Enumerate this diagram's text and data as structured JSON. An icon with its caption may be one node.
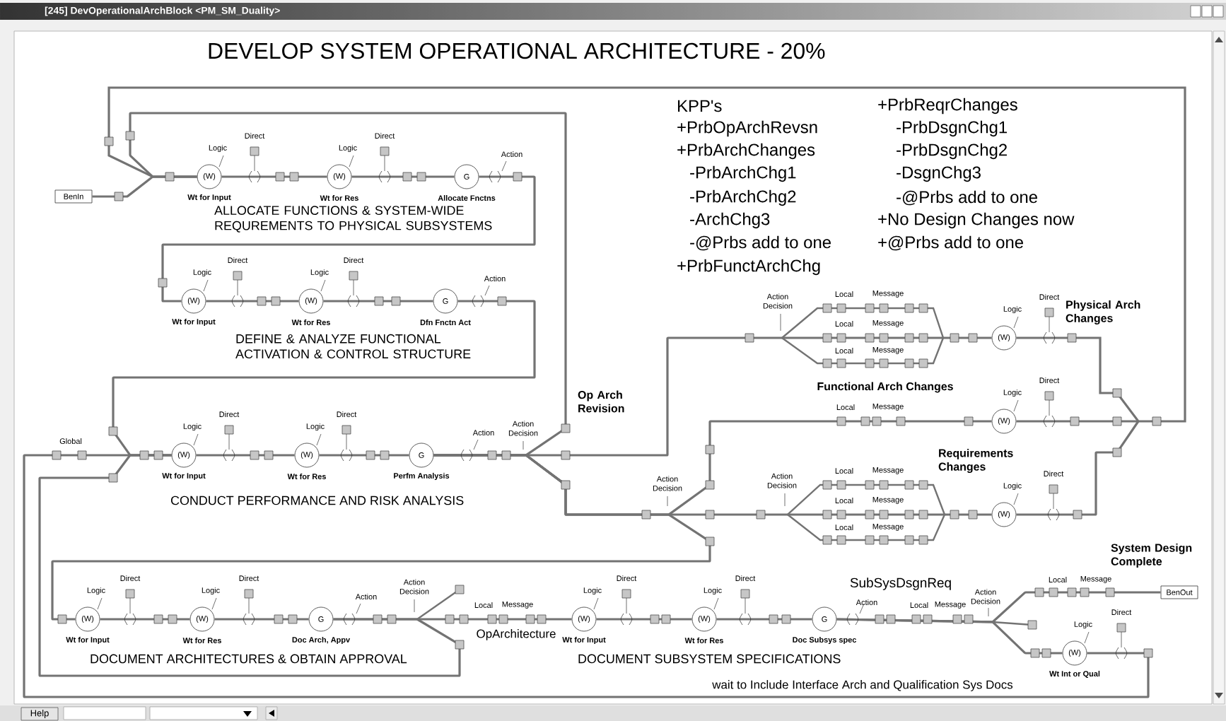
{
  "diagram": {
    "title": "DEVELOP SYSTEM OPERATIONAL ARCHITECTURE - 20%",
    "nodes": [
      {
        "text": [
          "BenIn"
        ]
      },
      {
        "text": [
          "(W)"
        ],
        "beside": [
          "Wt for Input"
        ]
      },
      {
        "text": [
          "(W)"
        ],
        "beside": [
          "Wt for Res"
        ]
      },
      {
        "text": [
          "G"
        ],
        "beside": [
          "Allocate Fnctns"
        ]
      },
      {
        "text": [
          "(W)"
        ],
        "beside": [
          "Wt for Input"
        ]
      },
      {
        "text": [
          "(W)"
        ],
        "beside": [
          "Wt for Res"
        ]
      },
      {
        "text": [
          "G"
        ],
        "beside": [
          "Dfn Fnctn Act"
        ]
      },
      {
        "text": [
          "(W)"
        ],
        "beside": [
          "Wt for Input"
        ]
      },
      {
        "text": [
          "(W)"
        ],
        "beside": [
          "Wt for Res"
        ]
      },
      {
        "text": [
          "G"
        ],
        "beside": [
          "Perfm Analysis"
        ]
      },
      {
        "text": [
          "(W)"
        ]
      },
      {
        "text": [
          "(W)"
        ]
      },
      {
        "text": [
          "(W)"
        ]
      },
      {
        "text": [
          "(W)"
        ],
        "beside": [
          "Wt for Input"
        ]
      },
      {
        "text": [
          "(W)"
        ],
        "beside": [
          "Wt for Res"
        ]
      },
      {
        "text": [
          "G"
        ],
        "beside": [
          "Doc Arch, Appv"
        ]
      },
      {
        "text": [
          "(W)"
        ],
        "beside": [
          "Wt for Input"
        ]
      },
      {
        "text": [
          "(W)"
        ],
        "beside": [
          "Wt for Res"
        ]
      },
      {
        "text": [
          "G"
        ],
        "beside": [
          "Doc Subsys spec"
        ]
      },
      {
        "text": [
          "(W)"
        ],
        "beside": [
          "Wt Int or Qual"
        ]
      },
      {
        "text": [
          "BenOut"
        ]
      }
    ],
    "edges": [
      {
        "from": 0,
        "to": 1,
        "arrow": "none"
      },
      {
        "from": 1,
        "to": 2,
        "arrow": "none"
      },
      {
        "from": 2,
        "to": 3,
        "arrow": "none"
      },
      {
        "from": 3,
        "to": 4,
        "arrow": "none"
      },
      {
        "from": 4,
        "to": 5,
        "arrow": "none"
      },
      {
        "from": 5,
        "to": 6,
        "arrow": "none"
      },
      {
        "from": 6,
        "to": 7,
        "arrow": "none"
      },
      {
        "from": 7,
        "to": 8,
        "arrow": "none"
      },
      {
        "from": 8,
        "to": 9,
        "arrow": "none"
      },
      {
        "from": 9,
        "to": 10,
        "arrow": "none"
      },
      {
        "from": 9,
        "to": 1,
        "arrow": "none"
      },
      {
        "from": 9,
        "to": 11,
        "arrow": "none"
      },
      {
        "from": 9,
        "to": 12,
        "arrow": "none"
      },
      {
        "from": 9,
        "to": 13,
        "arrow": "none"
      },
      {
        "from": 10,
        "to": 1,
        "arrow": "none"
      },
      {
        "from": 11,
        "to": 1,
        "arrow": "none"
      },
      {
        "from": 12,
        "to": 1,
        "arrow": "none"
      },
      {
        "from": 13,
        "to": 14,
        "arrow": "none"
      },
      {
        "from": 14,
        "to": 15,
        "arrow": "none"
      },
      {
        "from": 15,
        "to": 16,
        "arrow": "none"
      },
      {
        "from": 15,
        "to": 7,
        "arrow": "none"
      },
      {
        "from": 16,
        "to": 17,
        "arrow": "none"
      },
      {
        "from": 17,
        "to": 18,
        "arrow": "none"
      },
      {
        "from": 18,
        "to": 20,
        "arrow": "none"
      },
      {
        "from": 18,
        "to": 19,
        "arrow": "none"
      },
      {
        "from": 19,
        "to": 7,
        "arrow": "none"
      }
    ],
    "labels": [
      "[245] DevOperationalArchBlock <PM_SM_Duality>",
      "KPP's",
      "+PrbReqrChanges",
      "+PrbOpArchRevsn",
      "-PrbDsgnChg1",
      "+PrbArchChanges",
      "-PrbDsgnChg2",
      "-PrbArchChg1",
      "-DsgnChg3",
      "-PrbArchChg2",
      "-@Prbs add to one",
      "-ArchChg3",
      "+No Design Changes now",
      "-@Prbs add to one",
      "+@Prbs add to one",
      "+PrbFunctArchChg",
      "Logic",
      "Direct",
      "Logic",
      "Direct",
      "Action",
      "ALLOCATE FUNCTIONS & SYSTEM-WIDE REQUREMENTS TO PHYSICAL SUBSYSTEMS",
      "Logic",
      "Direct",
      "Logic",
      "Direct",
      "Action",
      "DEFINE & ANALYZE FUNCTIONAL ACTIVATION & CONTROL STRUCTURE",
      "Global",
      "Logic",
      "Direct",
      "Logic",
      "Direct",
      "Action",
      "Action Decision",
      "Op Arch Revision",
      "CONDUCT PERFORMANCE AND RISK ANALYSIS",
      "Action Decision",
      "Local",
      "Message",
      "Local",
      "Message",
      "Local",
      "Message",
      "Logic",
      "Direct",
      "Physical Arch Changes",
      "Functional Arch Changes",
      "Local",
      "Message",
      "Logic",
      "Direct",
      "Requirements Changes",
      "Action Decision",
      "Action Decision",
      "Local",
      "Message",
      "Local",
      "Message",
      "Local",
      "Message",
      "Logic",
      "Direct",
      "Logic",
      "Direct",
      "Logic",
      "Direct",
      "Action",
      "Action Decision",
      "Local",
      "Message",
      "OpArchitecture",
      "DOCUMENT ARCHITECTURES & OBTAIN APPROVAL",
      "Logic",
      "Direct",
      "Logic",
      "Direct",
      "SubSysDsgnReq",
      "Action",
      "Local",
      "Message",
      "Action Decision",
      "Local",
      "Message",
      "System Design Complete",
      "Logic",
      "Direct",
      "DOCUMENT SUBSYSTEM SPECIFICATIONS",
      "wait to Include Interface Arch and Qualification Sys Docs",
      "Help"
    ]
  }
}
